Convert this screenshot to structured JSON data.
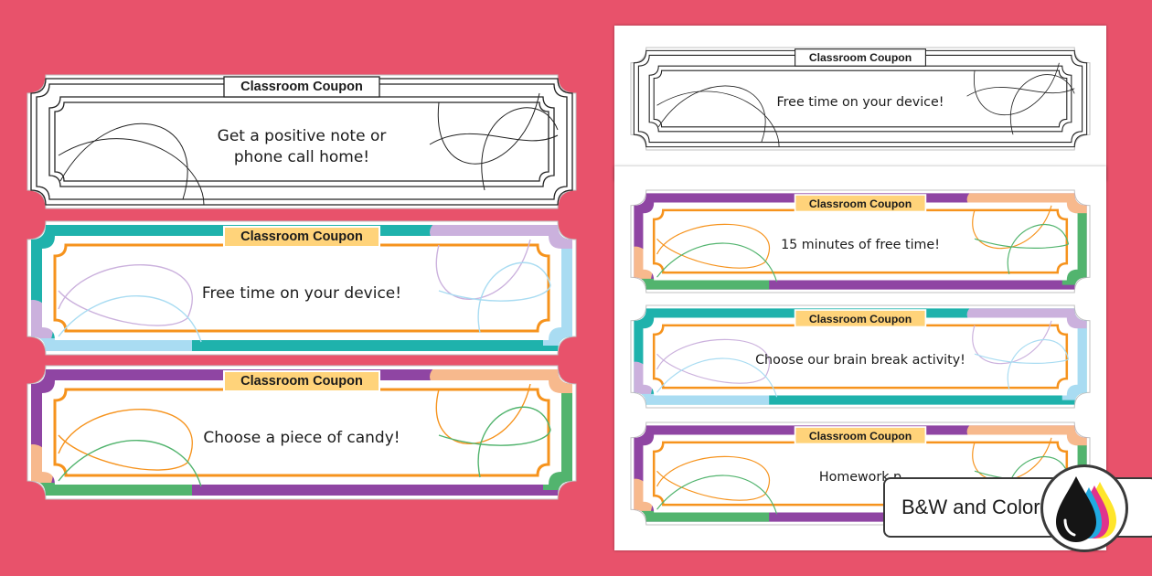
{
  "colors": {
    "background": "#e8526b",
    "teal": "#1fb2ac",
    "purple": "#8f45a3",
    "orange": "#f6931d",
    "label_fill": "#ffd37a",
    "light_blue": "#a9dcf2",
    "lavender": "#cbb1dd",
    "peach": "#f7b98d",
    "green": "#52b46e"
  },
  "coupon_title": "Classroom Coupon",
  "coupons_left": [
    {
      "style": "bw",
      "message": "Get a positive note or\nphone call home!"
    },
    {
      "style": "teal",
      "message": "Free time on your device!"
    },
    {
      "style": "purple",
      "message": "Choose a piece of candy!"
    }
  ],
  "coupons_right": [
    {
      "style": "bw",
      "message": "Free time on your device!"
    },
    {
      "style": "purple",
      "message": "15 minutes of free time!"
    },
    {
      "style": "teal",
      "message": "Choose our brain break activity!"
    },
    {
      "style": "purple",
      "message": "Homework p"
    }
  ],
  "badge": {
    "label": "B&W and Color",
    "icon": "ink-drops-icon"
  }
}
